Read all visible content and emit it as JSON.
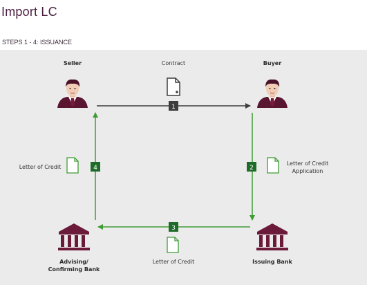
{
  "page": {
    "title": "Import LC",
    "steps_header": "STEPS 1 - 4: ISSUANCE"
  },
  "parties": {
    "seller": "Seller",
    "buyer": "Buyer",
    "advising_bank_line1": "Advising/",
    "advising_bank_line2": "Confirming Bank",
    "issuing_bank": "Issuing Bank"
  },
  "documents": {
    "contract": "Contract",
    "lc_application_line1": "Letter of Credit",
    "lc_application_line2": "Application",
    "lc_bottom": "Letter of Credit",
    "lc_left": "Letter of Credit"
  },
  "steps": {
    "s1": "1",
    "s2": "2",
    "s3": "3",
    "s4": "4"
  },
  "colors": {
    "title": "#4a1d3f",
    "bank": "#6b1a3a",
    "green": "#3f9b35",
    "dark_step": "#3d3d3d",
    "green_step": "#1f6b2a",
    "panel": "#ebebeb"
  },
  "icons": {
    "person": "businessman-icon",
    "bank": "bank-building-icon",
    "doc": "document-icon"
  }
}
